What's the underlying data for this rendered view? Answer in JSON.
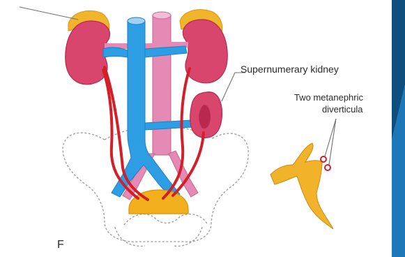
{
  "figure": {
    "panel_letter": "F",
    "labels": {
      "supernumerary_kidney": "Supernumerary kidney",
      "metanephric_line1": "Two metanephric",
      "metanephric_line2": "diverticula"
    }
  },
  "colors": {
    "kidney": "#d8466e",
    "kidney_dark": "#b8284f",
    "adrenal": "#f0b52a",
    "vein": "#2d9ee3",
    "artery": "#e58ab4",
    "ureter": "#d21f2a",
    "bladder": "#f2b01e",
    "bud": "#f0b32a",
    "pelvis_outline": "#9a9a9a",
    "side_bar_light": "#1e78b8",
    "side_bar_dark": "#0f4f7d"
  }
}
